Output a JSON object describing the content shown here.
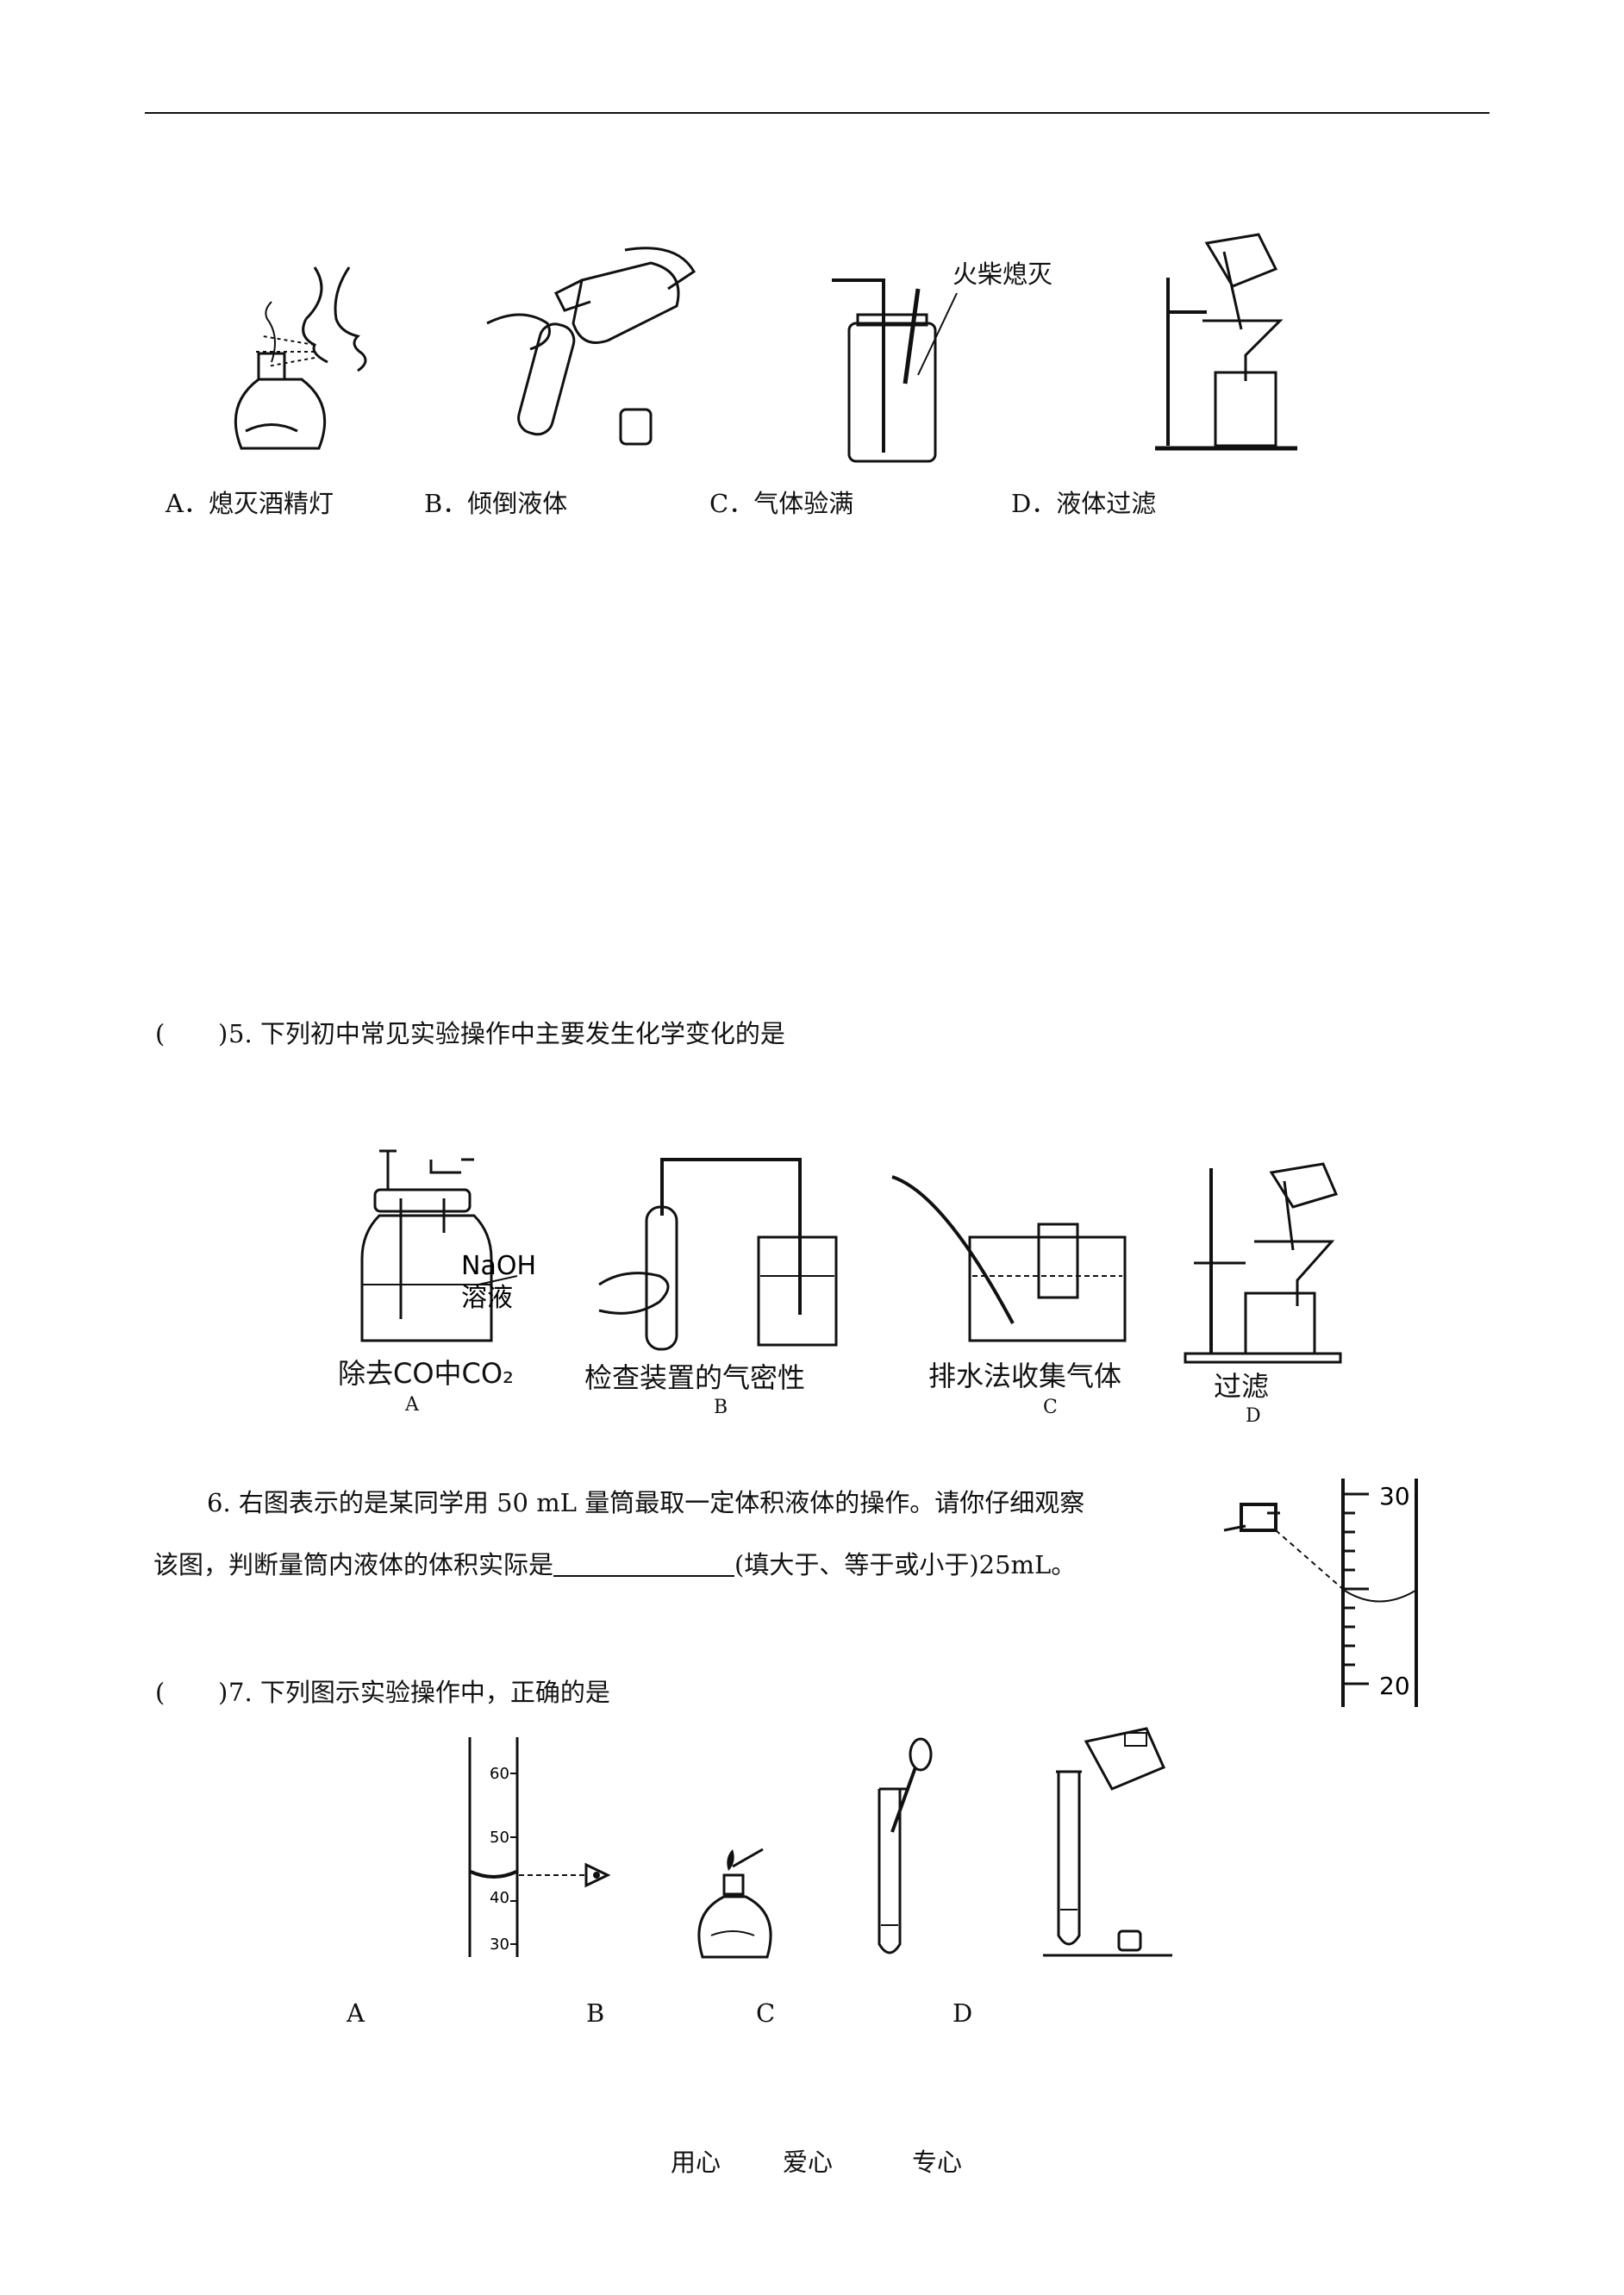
{
  "q4": {
    "options": [
      {
        "label": "A．熄灭酒精灯"
      },
      {
        "label": "B．倾倒液体"
      },
      {
        "label": "C．气体验满"
      },
      {
        "label": "D．液体过滤"
      }
    ],
    "annotation": "火柴熄灭"
  },
  "q5": {
    "bracket": "(",
    "bracket_close": ")",
    "text": "5. 下列初中常见实验操作中主要发生化学变化的是",
    "figures": [
      {
        "caption": "除去CO中CO₂",
        "letter": "A",
        "label_naoh": "NaOH",
        "label_solution": "溶液"
      },
      {
        "caption": "检查装置的气密性",
        "letter": "B"
      },
      {
        "caption": "排水法收集气体",
        "letter": "C"
      },
      {
        "caption": "过滤",
        "letter": "D"
      }
    ]
  },
  "q6": {
    "line1": "6. 右图表示的是某同学用 50 mL 量筒最取一定体积液体的操作。请你仔细观察",
    "line2_before": "该图，判断量筒内液体的体积实际是",
    "line2_after": "(填大于、等于或小于)25mL。",
    "scale_top": "30",
    "scale_bottom": "20"
  },
  "q7": {
    "bracket": "(",
    "bracket_close": ")",
    "text": "7. 下列图示实验操作中，正确的是",
    "scale": [
      "60",
      "50",
      "40",
      "30"
    ],
    "letters": [
      "A",
      "B",
      "C",
      "D"
    ]
  },
  "footer": {
    "items": [
      "用心",
      "爱心",
      "专心"
    ]
  }
}
